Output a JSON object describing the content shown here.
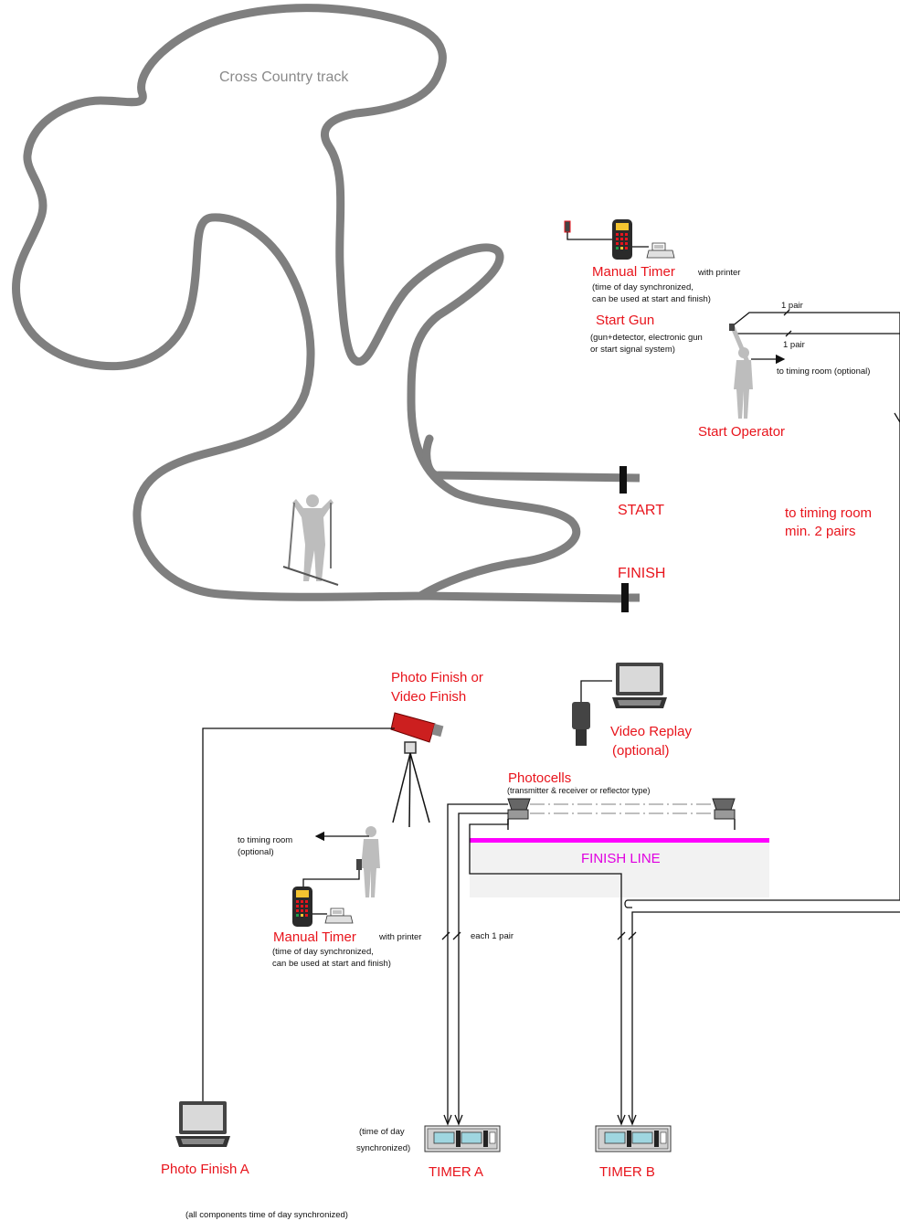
{
  "colors": {
    "label_red": "#e8141c",
    "track_gray": "#7f7f7f",
    "finish_line_magenta": "#ff00ff",
    "wire": "#111111",
    "device_dark": "#333333"
  },
  "track": {
    "title": "Cross Country track",
    "start_label": "START",
    "finish_label": "FINISH"
  },
  "start_area": {
    "manual_timer": {
      "label": "Manual Timer",
      "printer_note": "with printer",
      "note_line1": "(time of day synchronized,",
      "note_line2": "can be used at start and finish)"
    },
    "start_gun": {
      "label": "Start Gun",
      "note_line1": "(gun+detector, electronic gun",
      "note_line2": "or start signal system)"
    },
    "pair_top": "1 pair",
    "pair_bottom": "1 pair",
    "to_timing_room": "to timing room (optional)",
    "start_operator": "Start Operator"
  },
  "timing_room": {
    "line1": "to timing room",
    "line2": "min. 2 pairs"
  },
  "finish_area": {
    "photo_finish": {
      "line1": "Photo Finish or",
      "line2": "Video Finish"
    },
    "video_replay": {
      "line1": "Video Replay",
      "line2": "(optional)"
    },
    "photocells": {
      "label": "Photocells",
      "note": "(transmitter & receiver or reflector type)"
    },
    "finish_line": "FINISH LINE",
    "to_timing_room_line1": "to timing room",
    "to_timing_room_line2": "(optional)",
    "manual_timer": {
      "label": "Manual Timer",
      "printer_note": "with printer",
      "note_line1": "(time of day synchronized,",
      "note_line2": "can be used at start and finish)"
    },
    "each_pair": "each 1 pair"
  },
  "bottom": {
    "photo_finish_a": "Photo Finish A",
    "timer_note_line1": "(time of day",
    "timer_note_line2": "synchronized)",
    "timer_a": "TIMER A",
    "timer_b": "TIMER B",
    "footer": "(all components time of day synchronized)"
  },
  "icons": [
    "manual-timer-icon",
    "printer-icon",
    "start-gun-icon",
    "start-operator-icon",
    "skier-icon",
    "camera-icon",
    "tripod-icon",
    "laptop-icon",
    "video-camera-icon",
    "photocell-icon",
    "finish-operator-icon",
    "timer-device-icon"
  ]
}
